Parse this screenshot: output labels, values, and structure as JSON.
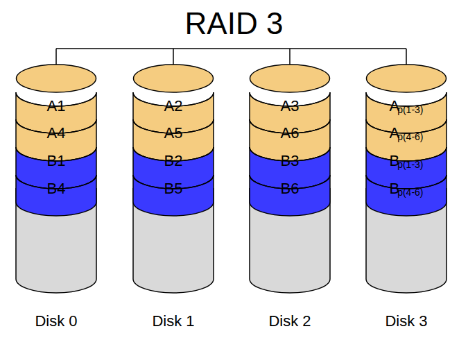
{
  "diagram": {
    "title": "RAID 3",
    "nodes": [
      {
        "text": [
          "Disk 0"
        ]
      },
      {
        "text": [
          "A1"
        ],
        "in": 0
      },
      {
        "text": [
          "A4"
        ],
        "in": 0
      },
      {
        "text": [
          "B1"
        ],
        "in": 0
      },
      {
        "text": [
          "B4"
        ],
        "in": 0
      },
      {
        "text": [
          "Disk 1"
        ]
      },
      {
        "text": [
          "A2"
        ],
        "in": 5
      },
      {
        "text": [
          "A5"
        ],
        "in": 5
      },
      {
        "text": [
          "B2"
        ],
        "in": 5
      },
      {
        "text": [
          "B5"
        ],
        "in": 5
      },
      {
        "text": [
          "Disk 2"
        ]
      },
      {
        "text": [
          "A3"
        ],
        "in": 10
      },
      {
        "text": [
          "A6"
        ],
        "in": 10
      },
      {
        "text": [
          "B3"
        ],
        "in": 10
      },
      {
        "text": [
          "B6"
        ],
        "in": 10
      },
      {
        "text": [
          "Disk 3"
        ]
      },
      {
        "text": [
          "A",
          "p(1-3)"
        ],
        "in": 15
      },
      {
        "text": [
          "A",
          "p(4-6)"
        ],
        "in": 15
      },
      {
        "text": [
          "B",
          "p(1-3)"
        ],
        "in": 15
      },
      {
        "text": [
          "B",
          "p(4-6)"
        ],
        "in": 15
      }
    ]
  }
}
